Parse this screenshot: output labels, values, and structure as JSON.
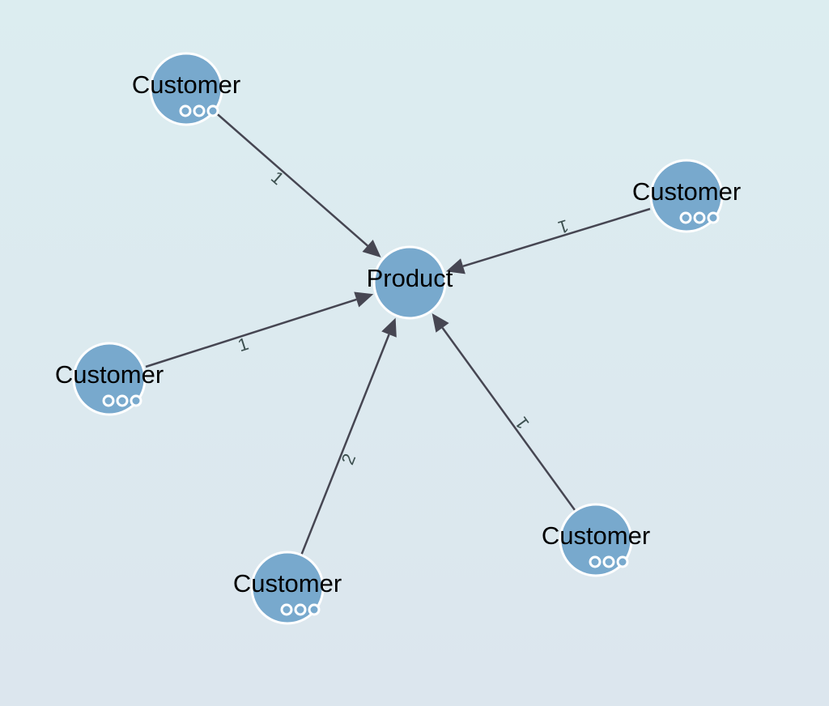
{
  "graph": {
    "nodes": [
      {
        "id": "product",
        "label": "Product",
        "has_menu": false
      },
      {
        "id": "c1",
        "label": "Customer",
        "has_menu": true
      },
      {
        "id": "c2",
        "label": "Customer",
        "has_menu": true
      },
      {
        "id": "c3",
        "label": "Customer",
        "has_menu": true
      },
      {
        "id": "c4",
        "label": "Customer",
        "has_menu": true
      },
      {
        "id": "c5",
        "label": "Customer",
        "has_menu": true
      }
    ],
    "edges": [
      {
        "source": "c1",
        "target": "product",
        "label": "1"
      },
      {
        "source": "c2",
        "target": "product",
        "label": "1"
      },
      {
        "source": "c3",
        "target": "product",
        "label": "1"
      },
      {
        "source": "c4",
        "target": "product",
        "label": "2"
      },
      {
        "source": "c5",
        "target": "product",
        "label": "1"
      }
    ],
    "colors": {
      "node_fill": "#78a9cd",
      "node_stroke": "#ffffff",
      "edge": "#464652",
      "edge_label": "#3d5050"
    }
  }
}
